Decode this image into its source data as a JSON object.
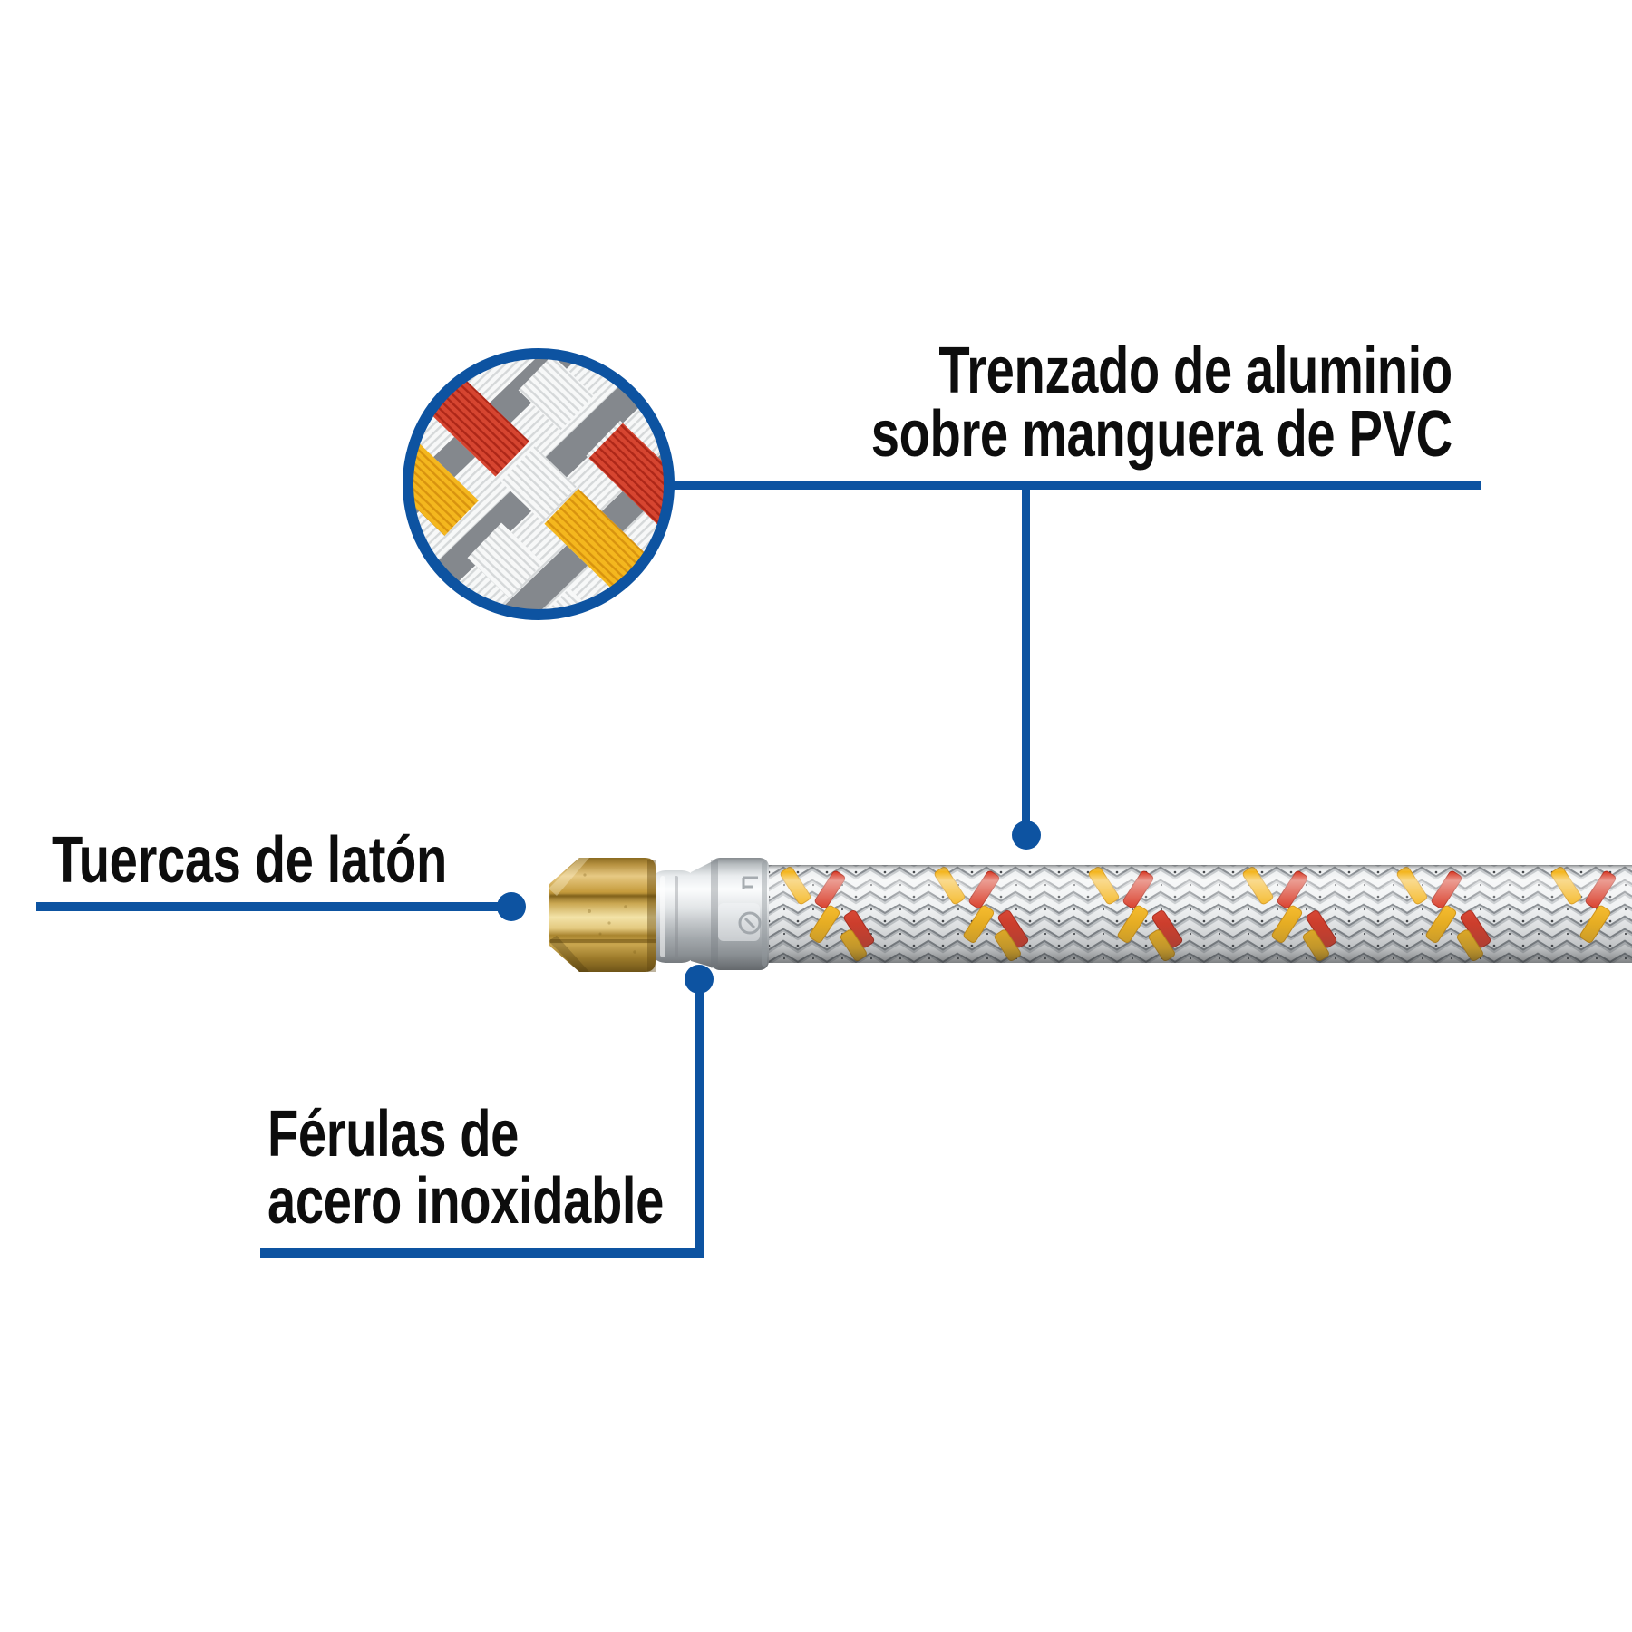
{
  "callouts": {
    "braid": {
      "line1": "Trenzado de aluminio",
      "line2": "sobre manguera de PVC"
    },
    "nuts": {
      "line1": "Tuercas de latón"
    },
    "ferrules": {
      "line1": "Férulas de",
      "line2": "acero inoxidable"
    }
  },
  "colors": {
    "callout_blue": "#0d53a1",
    "label_black": "#0d0d0d",
    "background": "#ffffff",
    "braid_silver_light": "#eff1f2",
    "braid_silver_mid": "#c3c7ca",
    "braid_silver_dark": "#82878c",
    "accent_yellow": "#f4b51c",
    "accent_red": "#d83a26",
    "brass_light": "#f3e3a8",
    "brass_mid": "#caa751",
    "brass_dark": "#8a6a20",
    "chrome_light": "#fbfcfd",
    "chrome_mid": "#c2c6c9",
    "chrome_dark": "#64686c"
  }
}
